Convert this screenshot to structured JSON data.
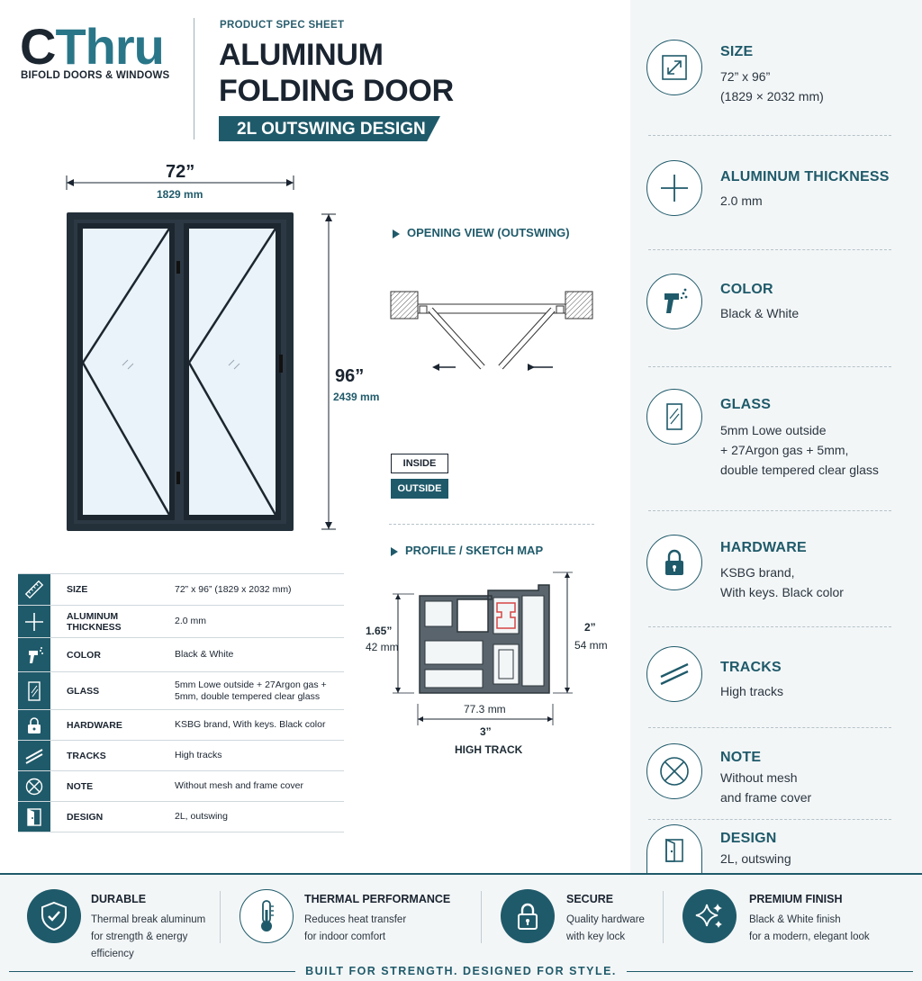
{
  "brand": {
    "name_part1": "C",
    "name_part2": "Thru",
    "subtitle": "BIFOLD DOORS & WINDOWS"
  },
  "header": {
    "kicker": "PRODUCT SPEC SHEET",
    "title_line1": "ALUMINUM",
    "title_line2": "FOLDING DOOR",
    "ribbon": "2L OUTSWING DESIGN"
  },
  "drawing": {
    "width_in": "72”",
    "width_mm": "1829 mm",
    "height_in": "96”",
    "height_mm": "2439 mm"
  },
  "opening_view": {
    "heading": "OPENING VIEW (OUTSWING)",
    "legend_inside": "INSIDE",
    "legend_outside": "OUTSIDE"
  },
  "profile": {
    "heading": "PROFILE / SKETCH MAP",
    "left_in": "1.65”",
    "left_mm": "42 mm",
    "right_in": "2”",
    "right_mm": "54 mm",
    "bottom_mm": "77.3 mm",
    "bottom_in": "3”",
    "caption": "HIGH TRACK"
  },
  "spec_table": [
    {
      "icon": "ruler-icon",
      "label": "SIZE",
      "value": "72” x 96” (1829 x 2032 mm)"
    },
    {
      "icon": "cross-icon",
      "label": "ALUMINUM THICKNESS",
      "value": "2.0 mm"
    },
    {
      "icon": "spray-gun-icon",
      "label": "COLOR",
      "value": "Black & White"
    },
    {
      "icon": "glass-pane-icon",
      "label": "GLASS",
      "value": "5mm Lowe outside + 27Argon gas + 5mm, double tempered clear glass"
    },
    {
      "icon": "padlock-icon",
      "label": "HARDWARE",
      "value": "KSBG brand, With keys. Black color"
    },
    {
      "icon": "tracks-icon",
      "label": "TRACKS",
      "value": "High tracks"
    },
    {
      "icon": "no-mesh-icon",
      "label": "NOTE",
      "value": "Without mesh and frame cover"
    },
    {
      "icon": "door-icon",
      "label": "DESIGN",
      "value": "2L, outswing"
    }
  ],
  "features": [
    {
      "icon": "resize-icon",
      "title": "SIZE",
      "lines": [
        "72” x 96”",
        "(1829 × 2032 mm)"
      ]
    },
    {
      "icon": "cross-icon",
      "title": "ALUMINUM THICKNESS",
      "lines": [
        "2.0 mm"
      ]
    },
    {
      "icon": "spray-gun-icon",
      "title": "COLOR",
      "lines": [
        "Black & White"
      ]
    },
    {
      "icon": "glass-pane-icon",
      "title": "GLASS",
      "lines": [
        "5mm Lowe outside",
        "+ 27Argon gas + 5mm,",
        "double tempered clear glass"
      ]
    },
    {
      "icon": "padlock-icon",
      "title": "HARDWARE",
      "lines": [
        "KSBG brand,",
        "With keys. Black color"
      ]
    },
    {
      "icon": "tracks-icon",
      "title": "TRACKS",
      "lines": [
        "High tracks"
      ]
    },
    {
      "icon": "no-mesh-icon",
      "title": "NOTE",
      "lines": [
        "Without mesh",
        "and frame cover"
      ]
    },
    {
      "icon": "door-icon",
      "title": "DESIGN",
      "lines": [
        "2L, outswing"
      ]
    }
  ],
  "footer": {
    "items": [
      {
        "icon": "shield-check-icon",
        "title": "DURABLE",
        "lines": [
          "Thermal break aluminum",
          "for strength & energy",
          "efficiency"
        ]
      },
      {
        "icon": "thermometer-icon",
        "title": "THERMAL PERFORMANCE",
        "lines": [
          "Reduces heat transfer",
          "for indoor comfort"
        ]
      },
      {
        "icon": "padlock-icon",
        "title": "SECURE",
        "lines": [
          "Quality hardware",
          "with key lock"
        ]
      },
      {
        "icon": "sparkle-icon",
        "title": "PREMIUM FINISH",
        "lines": [
          "Black & White finish",
          "for a modern, elegant look"
        ]
      }
    ],
    "tagline": "BUILT FOR STRENGTH. DESIGNED FOR STYLE."
  },
  "colors": {
    "accent": "#1f5a6a",
    "dark": "#1a2430",
    "panel": "#f3f6f7"
  }
}
